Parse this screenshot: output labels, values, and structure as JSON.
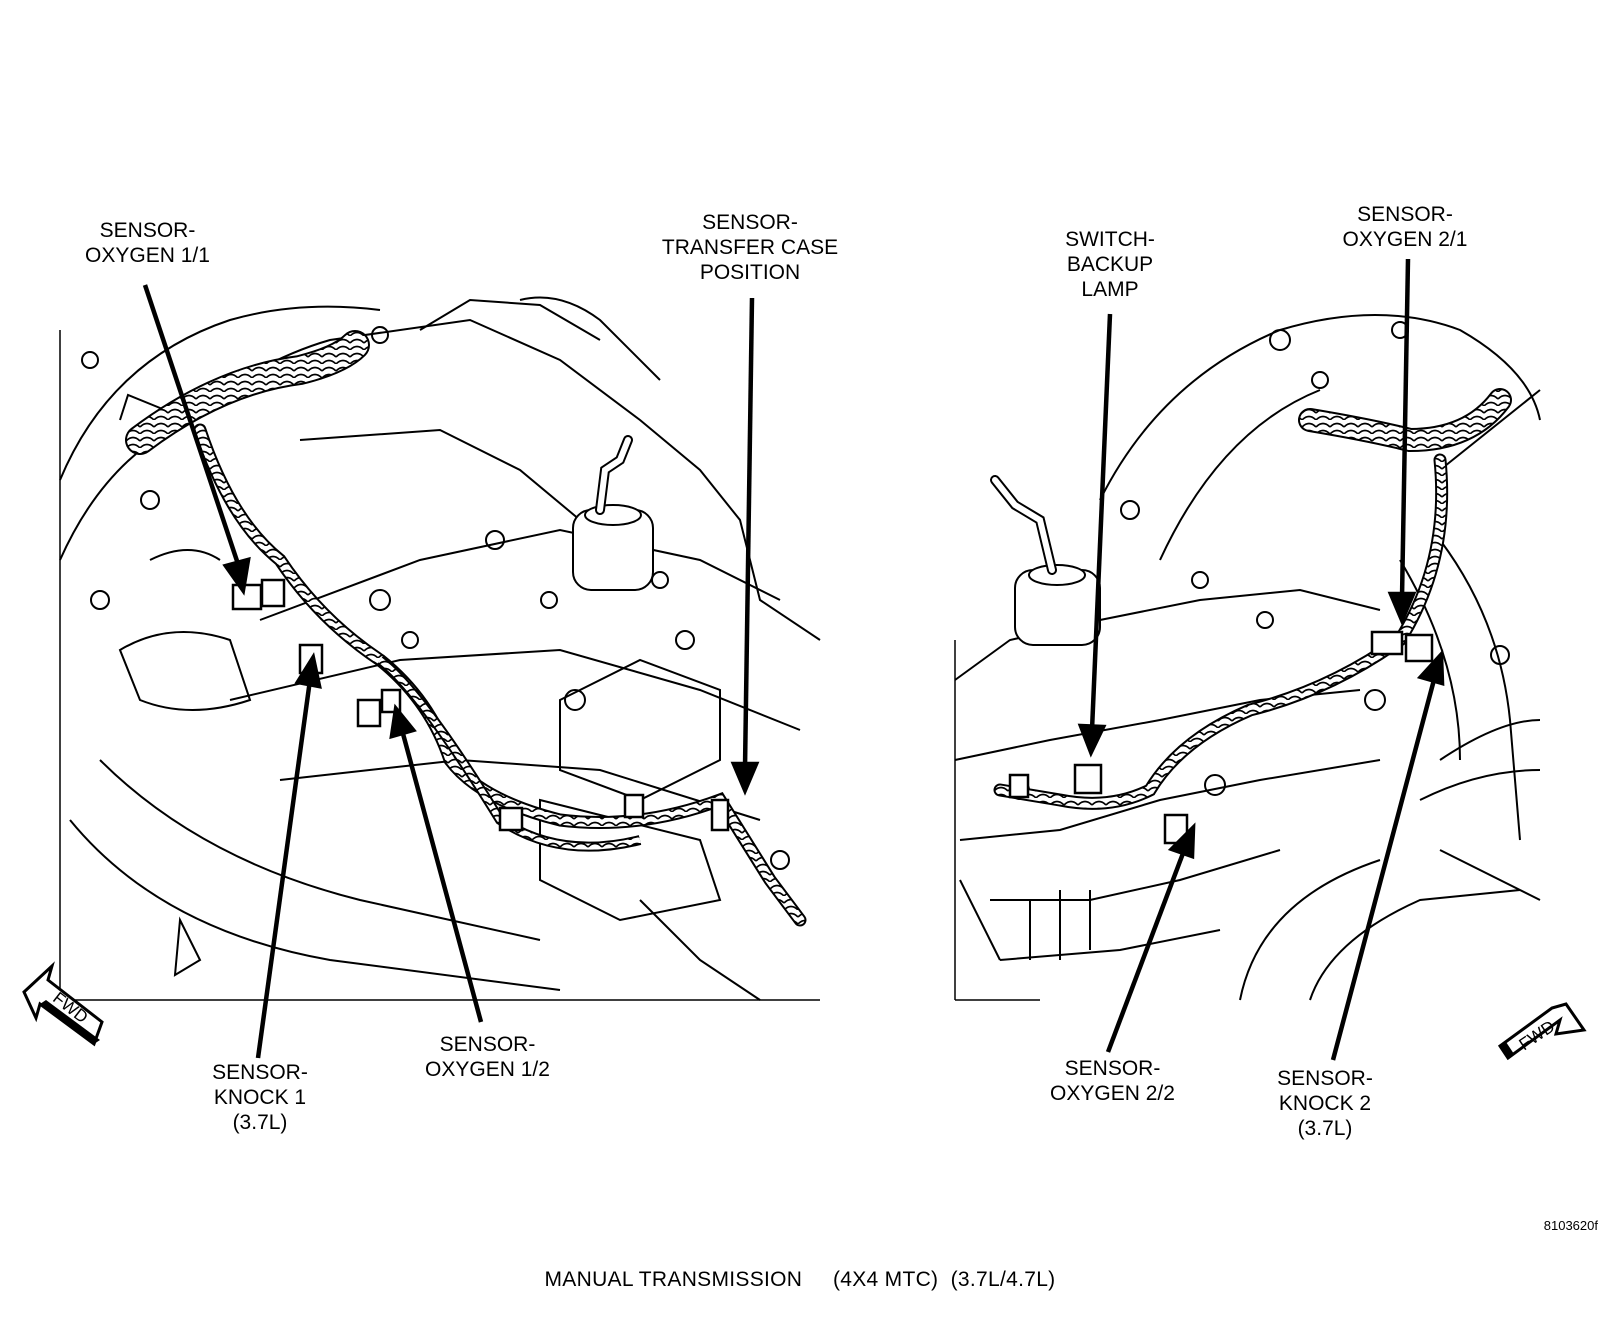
{
  "labels": {
    "oxygen_1_1": [
      "SENSOR-",
      "OXYGEN 1/1"
    ],
    "transfer_case": [
      "SENSOR-",
      "TRANSFER CASE",
      "POSITION"
    ],
    "backup_lamp": [
      "SWITCH-",
      "BACKUP",
      "LAMP"
    ],
    "oxygen_2_1": [
      "SENSOR-",
      "OXYGEN 2/1"
    ],
    "knock_1": [
      "SENSOR-",
      "KNOCK 1",
      "(3.7L)"
    ],
    "oxygen_1_2": [
      "SENSOR-",
      "OXYGEN 1/2"
    ],
    "oxygen_2_2": [
      "SENSOR-",
      "OXYGEN 2/2"
    ],
    "knock_2": [
      "SENSOR-",
      "KNOCK 2",
      "(3.7L)"
    ]
  },
  "fwd_arrow_label": "FWD",
  "figure_id": "8103620f",
  "caption": {
    "part1": "MANUAL TRANSMISSION",
    "part2": "(4X4 MTC)",
    "part3": "(3.7L/4.7L)"
  }
}
